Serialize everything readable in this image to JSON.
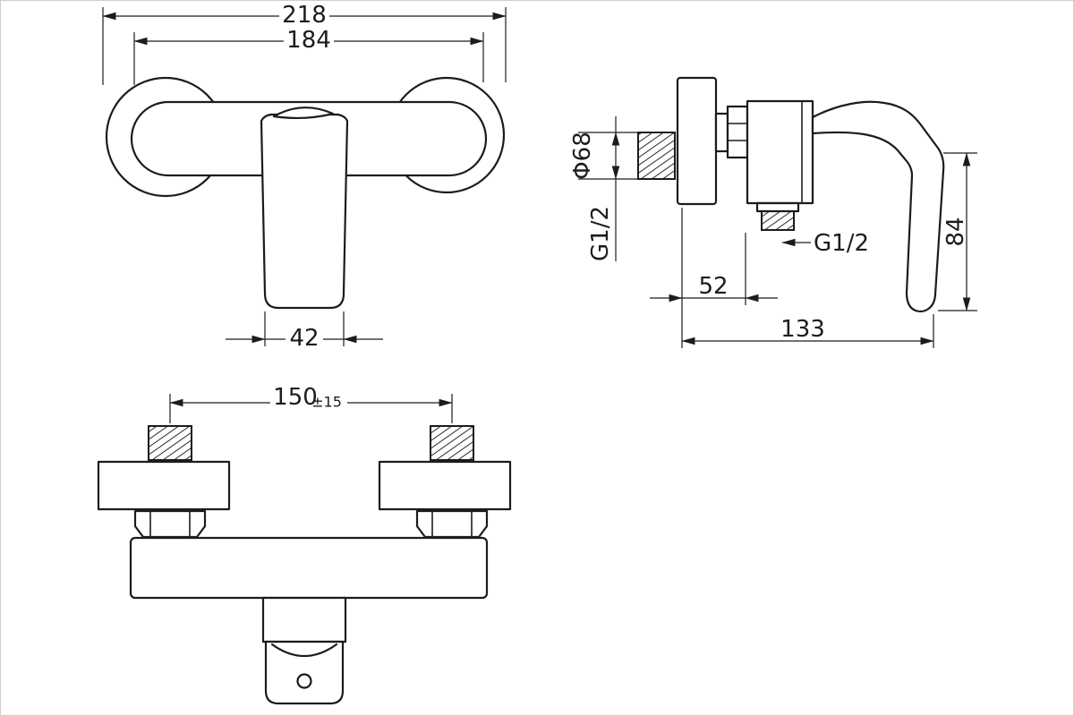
{
  "document": {
    "type": "technical-drawing",
    "subject": "wall-mounted single-lever shower mixer, three orthographic views",
    "background_color": "#ffffff",
    "line_color": "#1c1c1c"
  },
  "front_view": {
    "width_overall": "218",
    "width_inner": "184",
    "handle_width": "42"
  },
  "side_view": {
    "flange_diameter": "Φ68",
    "inlet_thread": "G1/2",
    "outlet_thread": "G1/2",
    "outlet_offset": "52",
    "depth_overall": "133",
    "handle_height": "84"
  },
  "bottom_view": {
    "mounting_distance": "150",
    "mounting_tolerance": "±15"
  }
}
